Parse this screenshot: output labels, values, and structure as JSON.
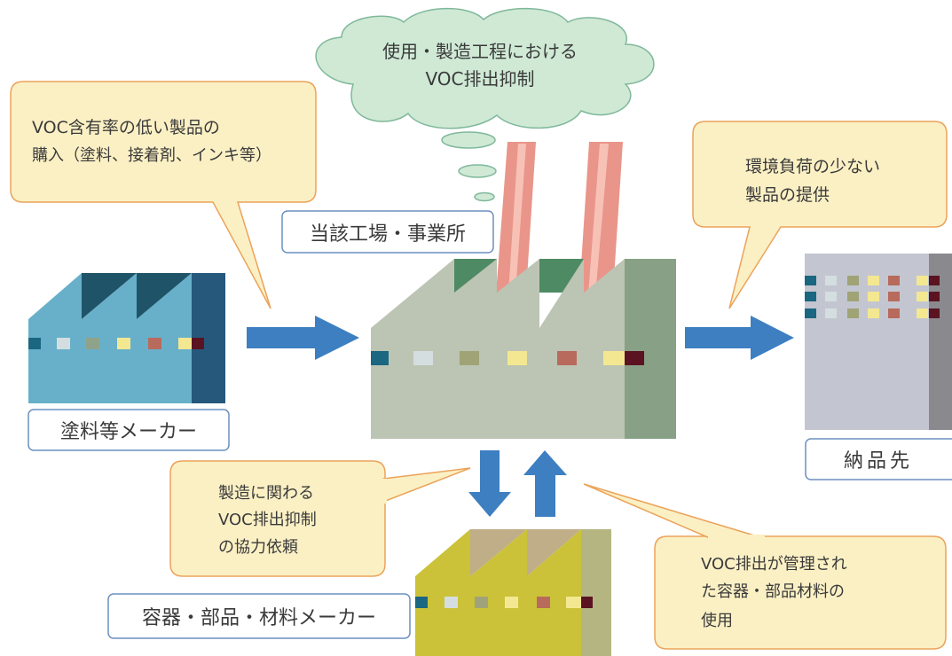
{
  "cloud": {
    "line1": "使用・製造工程における",
    "line2": "VOC排出抑制"
  },
  "bubble_left": {
    "line1": "VOC含有率の低い製品の",
    "line2": "購入（塗料、接着剤、インキ等）"
  },
  "bubble_right": {
    "line1": "環境負荷の少ない",
    "line2": "製品の提供"
  },
  "bubble_bottom_left": {
    "line1": "製造に関わる",
    "line2": "VOC排出抑制",
    "line3": "の協力依頼"
  },
  "bubble_bottom_right": {
    "line1": "VOC排出が管理され",
    "line2": "た容器・部品材料の",
    "line3": "使用"
  },
  "labels": {
    "main_factory": "当該工場・事業所",
    "paint_maker": "塗料等メーカー",
    "delivery": "納品先",
    "parts_maker": "容器・部品・材料メーカー"
  },
  "colors": {
    "bubble_fill": "#fbf0c4",
    "bubble_stroke": "#eba35a",
    "cloud_fill": "#cfe9d5",
    "arrow": "#3d7fc1",
    "label_border": "#6c90bf"
  }
}
